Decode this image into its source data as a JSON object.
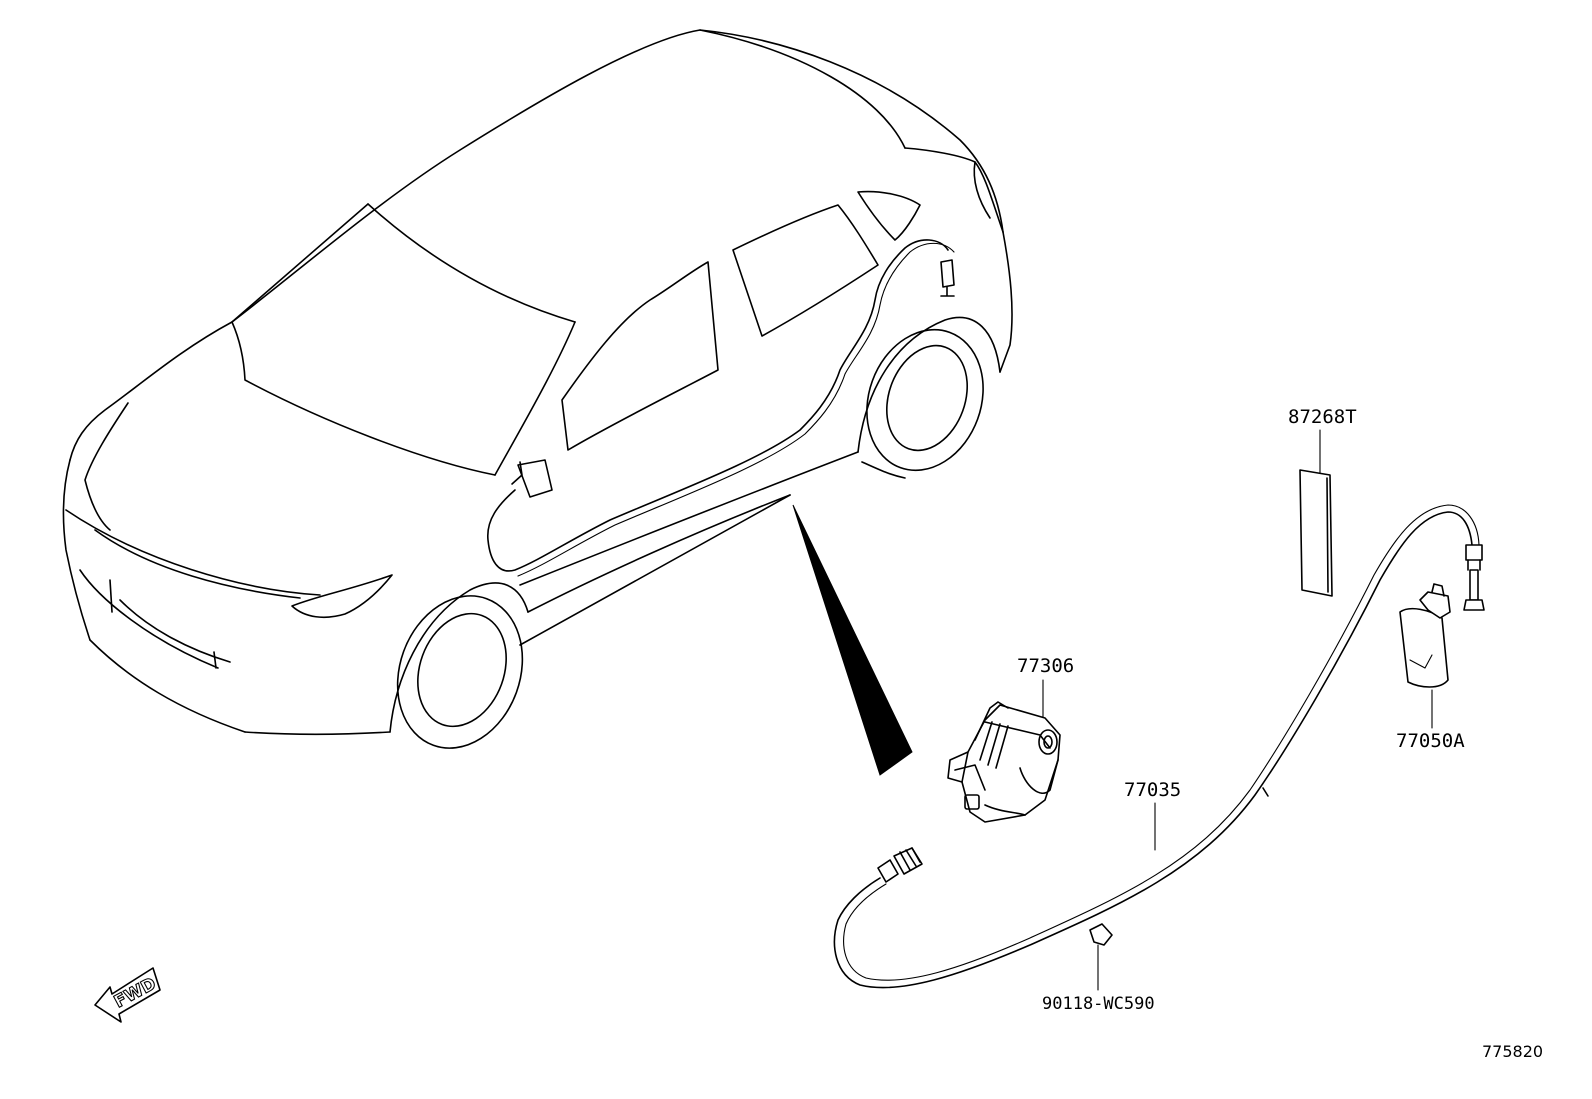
{
  "parts": {
    "p87268T": "87268T",
    "p77050A": "77050A",
    "p77306": "77306",
    "p77035": "77035",
    "p90118": "90118-WC590"
  },
  "direction_arrow": {
    "label": "FWD",
    "icon": "fwd-arrow-icon"
  },
  "figure_id": "775820"
}
